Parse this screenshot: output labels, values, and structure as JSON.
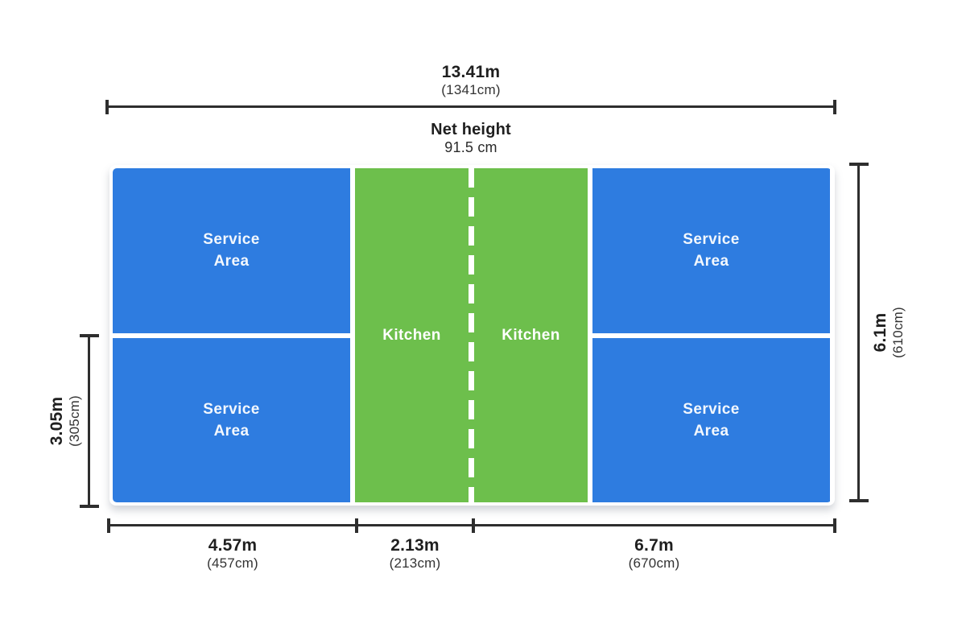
{
  "colors": {
    "service_blue": "#2e7ce0",
    "kitchen_green": "#6dbf4c",
    "line_dark": "#2e2e2e",
    "label_dark": "#1f1f1f",
    "card_white": "#ffffff"
  },
  "top": {
    "width_dim": {
      "primary": "13.41m",
      "secondary": "(1341cm)"
    },
    "net_height": {
      "label": "Net height",
      "value": "91.5 cm"
    }
  },
  "court": {
    "service_label": {
      "line1": "Service",
      "line2": "Area"
    },
    "kitchen_label": "Kitchen"
  },
  "right_dim": {
    "primary": "6.1m",
    "secondary": "(610cm)"
  },
  "left_dim": {
    "primary": "3.05m",
    "secondary": "(305cm)"
  },
  "bottom_dims": [
    {
      "primary": "4.57m",
      "secondary": "(457cm)"
    },
    {
      "primary": "2.13m",
      "secondary": "(213cm)"
    },
    {
      "primary": "6.7m",
      "secondary": "(670cm)"
    }
  ]
}
